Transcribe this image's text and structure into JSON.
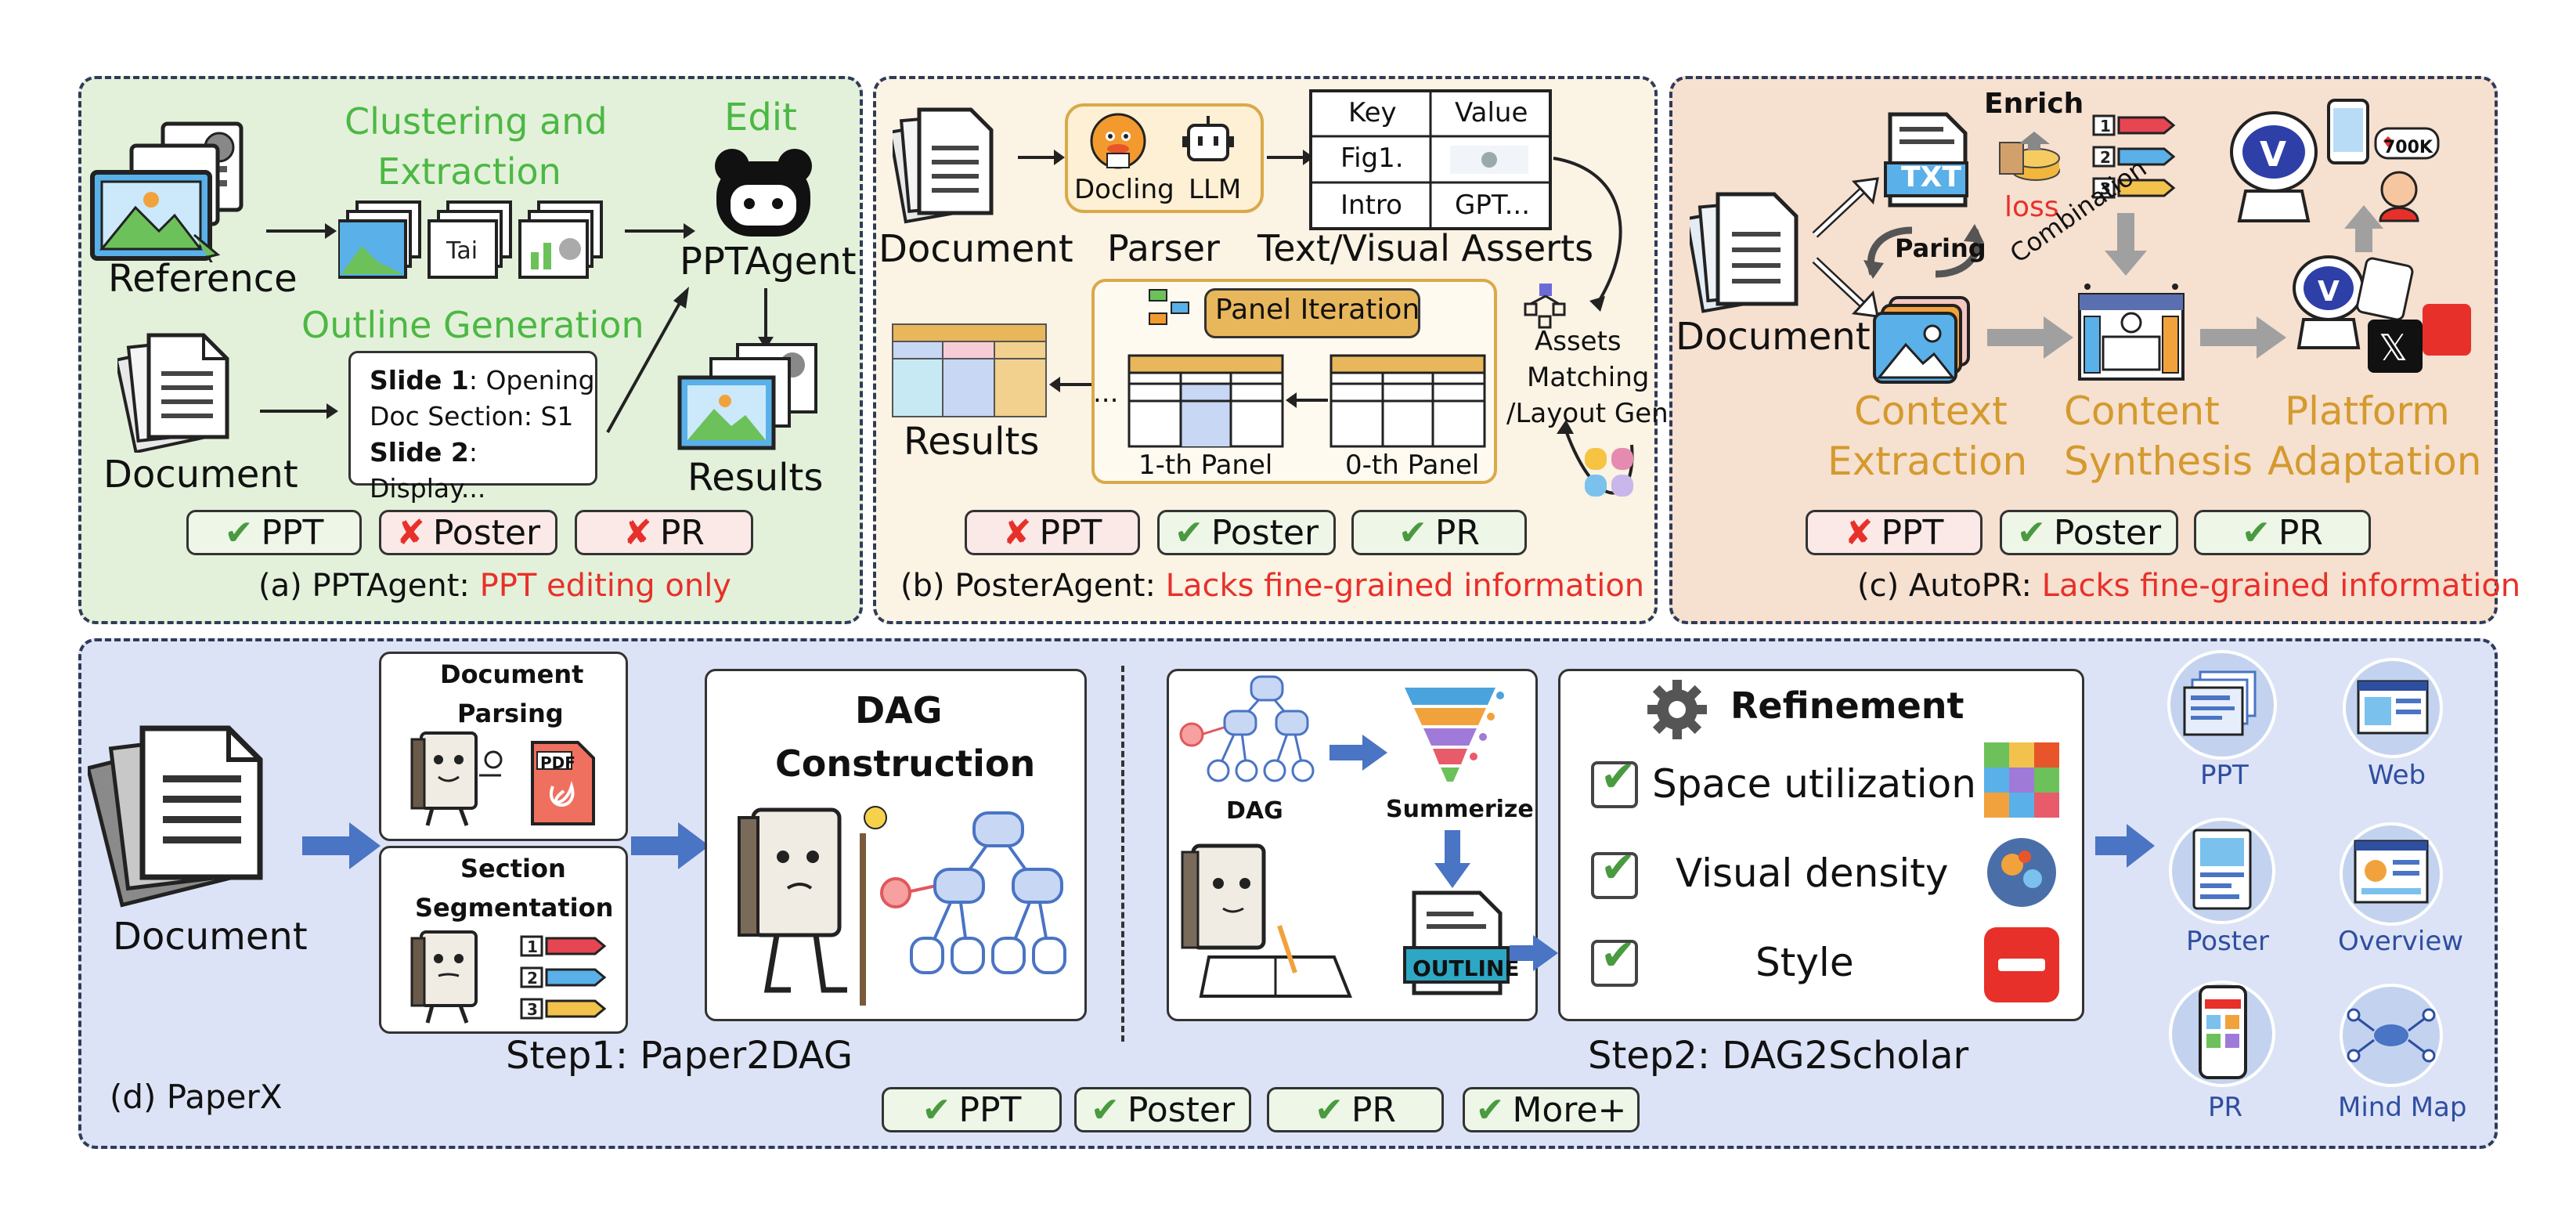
{
  "panel_a": {
    "caption_prefix": "(a) PPTAgent:",
    "caption_highlight": "PPT editing only",
    "clustering": "Clustering and",
    "extraction": "Extraction",
    "edit": "Edit",
    "reference": "Reference",
    "outline_generation": "Outline Generation",
    "pptagent": "PPTAgent",
    "document": "Document",
    "results": "Results",
    "slide1_label": "Slide 1",
    "slide1_text": ": Opening",
    "doc_section": "Doc Section: S1",
    "slide2_label": "Slide 2",
    "slide2_text": ": Display...",
    "badges": [
      {
        "label": "PPT",
        "status": "check"
      },
      {
        "label": "Poster",
        "status": "cross"
      },
      {
        "label": "PR",
        "status": "cross"
      }
    ]
  },
  "panel_b": {
    "caption_prefix": "(b) PosterAgent:",
    "caption_highlight": "Lacks fine-grained information",
    "document": "Document",
    "docling": "Docling",
    "llm": "LLM",
    "parser": "Parser",
    "assets_title": "Text/Visual Asserts",
    "table_headers": [
      "Key",
      "Value"
    ],
    "table_rows": [
      [
        "Fig1.",
        ""
      ],
      [
        "Intro",
        "GPT..."
      ]
    ],
    "panel_iteration": "Panel Iteration",
    "first_panel": "1-th Panel",
    "zeroth_panel": "0-th Panel",
    "ellipsis": "...",
    "results": "Results",
    "assets": "Assets",
    "matching": "Matching",
    "layout_gen": "/Layout Gen",
    "badges": [
      {
        "label": "PPT",
        "status": "cross"
      },
      {
        "label": "Poster",
        "status": "check"
      },
      {
        "label": "PR",
        "status": "check"
      }
    ]
  },
  "panel_c": {
    "caption_prefix": "(c) AutoPR:",
    "caption_highlight": "Lacks fine-grained information",
    "document": "Document",
    "enrich": "Enrich",
    "loss": "loss",
    "paring": "Paring",
    "combination": "Combination",
    "txt": "TXT",
    "likes": "700K",
    "context_1": "Context",
    "context_2": "Extraction",
    "content_1": "Content",
    "content_2": "Synthesis",
    "platform_1": "Platform",
    "platform_2": "Adaptation",
    "list_nums": [
      "1",
      "2",
      "3"
    ],
    "badges": [
      {
        "label": "PPT",
        "status": "cross"
      },
      {
        "label": "Poster",
        "status": "check"
      },
      {
        "label": "PR",
        "status": "check"
      }
    ]
  },
  "panel_d": {
    "caption": "(d) PaperX",
    "document": "Document",
    "doc_parsing_1": "Document",
    "doc_parsing_2": "Parsing",
    "pdf": "PDF",
    "section_seg_1": "Section",
    "section_seg_2": "Segmentation",
    "dag_1": "DAG",
    "dag_2": "Construction",
    "step1": "Step1: Paper2DAG",
    "dag_small": "DAG",
    "summerize": "Summerize",
    "outline": "OUTLINE",
    "refinement": "Refinement",
    "refine_items": [
      "Space utilization",
      "Visual density",
      "Style"
    ],
    "step2": "Step2: DAG2Scholar",
    "outputs": [
      "PPT",
      "Web",
      "Poster",
      "Overview",
      "PR",
      "Mind Map"
    ],
    "badges": [
      {
        "label": "PPT",
        "status": "check"
      },
      {
        "label": "Poster",
        "status": "check"
      },
      {
        "label": "PR",
        "status": "check"
      },
      {
        "label": "More+",
        "status": "check"
      }
    ]
  },
  "colors": {
    "panel_a_bg": "#e3f1da",
    "panel_b_bg": "#fbf3e4",
    "panel_c_bg": "#f6e0d0",
    "panel_d_bg": "#dde3f6",
    "green_text": "#4cb844",
    "gold_text": "#d49a2e",
    "red_text": "#e8302a",
    "blue_arrow": "#4a74c4"
  }
}
